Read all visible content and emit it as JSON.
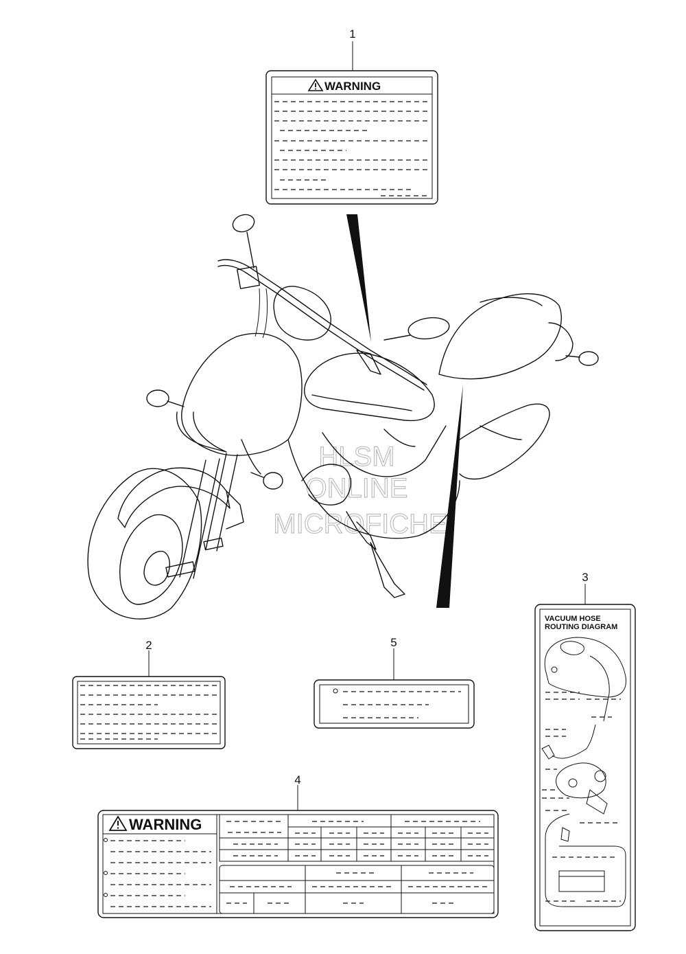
{
  "callouts": {
    "c1": "1",
    "c2": "2",
    "c3": "3",
    "c4": "4",
    "c5": "5"
  },
  "labels": {
    "label1_title": "WARNING",
    "label4_title": "WARNING",
    "label3_title_line1": "VACUUM HOSE",
    "label3_title_line2": "ROUTING DIAGRAM"
  },
  "watermark": {
    "line1": "HLSM",
    "line2": "ONLINE",
    "line3": "MICROFICHE"
  },
  "icons": {
    "warning": "warning-triangle-icon",
    "bullet": "circle-bullet-icon"
  }
}
